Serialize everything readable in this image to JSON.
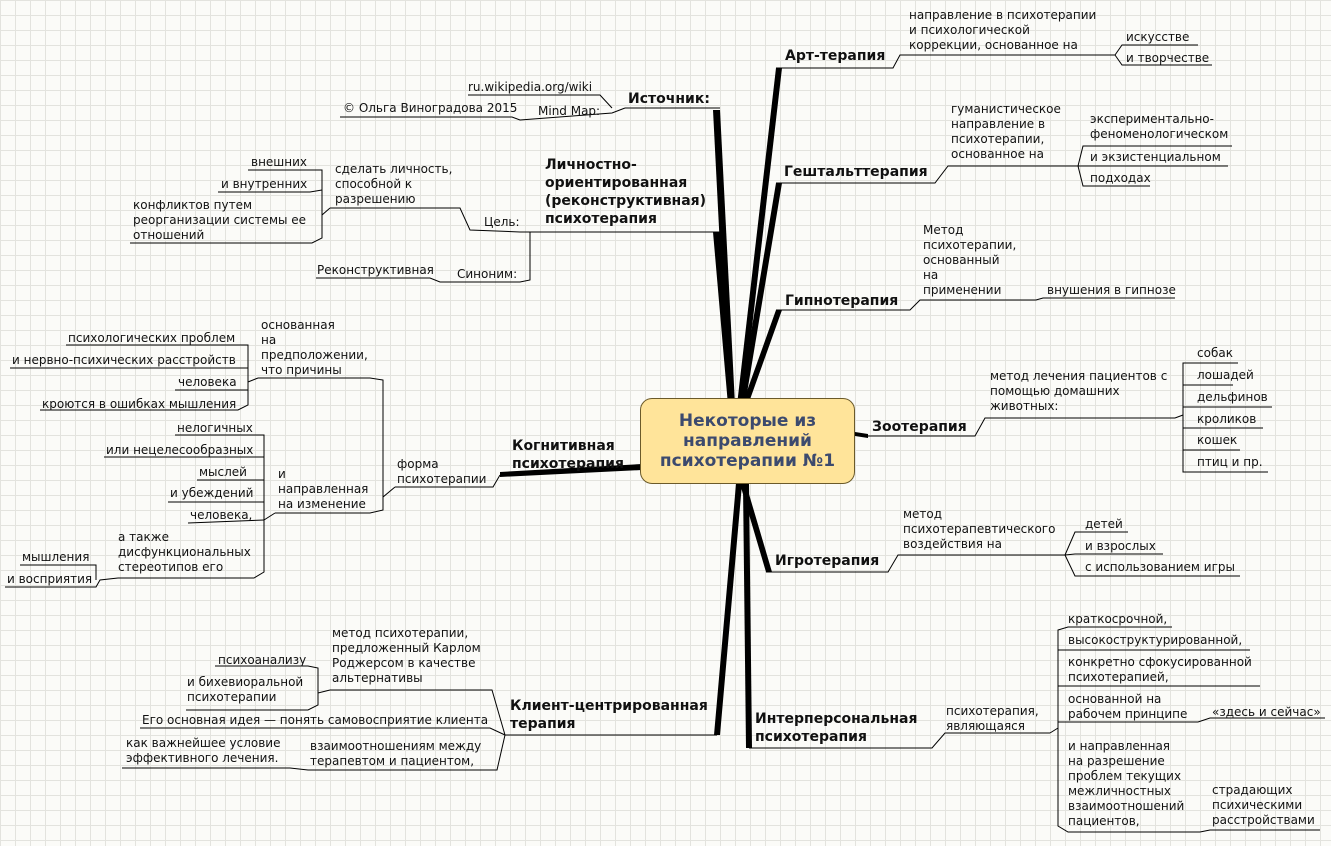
{
  "center": "Некоторые из\nнаправлений\nпсихотерапии №1",
  "source": {
    "label": "Источник:",
    "url": "ru.wikipedia.org/wiki",
    "mindmap_label": "Mind Map:",
    "mindmap_author": "© Ольга Виноградова 2015"
  },
  "personal": {
    "title": "Личностно-\nориентированная\n(реконструктивная)\nпсихотерапия",
    "goal_label": "Цель:",
    "goal_text": "сделать личность,\nспособной к\nразрешению",
    "goal_items": [
      "внешних",
      "и внутренних",
      "конфликтов путем\nреорганизации системы ее\nотношений"
    ],
    "synonym_label": "Синоним:",
    "synonym": "Реконструктивная"
  },
  "cognitive": {
    "title": "Когнитивная\nпсихотерапия",
    "form": "форма\nпсихотерапии",
    "based": "основанная\nна\nпредположении,\nчто причины",
    "based_items": [
      "психологических проблем",
      "и нервно-психических расстройств",
      "человека",
      "кроются в ошибках мышления"
    ],
    "directed": "и\nнаправленная\nна изменение",
    "directed_items": [
      "нелогичных",
      "или нецелесообразных",
      "мыслей",
      "и убеждений",
      "человека,"
    ],
    "also": "а также\nдисфункциональных\nстереотипов его",
    "also_items": [
      "мышления",
      "и восприятия"
    ]
  },
  "client": {
    "title": "Клиент-центрированная\nтерапия",
    "method": "метод психотерапии,\nпредложенный Карлом\nРоджерсом в качестве\nальтернативы",
    "method_items": [
      "психоанализу",
      "и бихевиоральной\nпсихотерапии"
    ],
    "idea": "Его основная идея — понять самовосприятие клиента",
    "relations": "взаимоотношениям между\nтерапевтом и пациентом,",
    "condition": "как важнейшее условие\nэффективного лечения."
  },
  "art": {
    "title": "Арт-терапия",
    "desc": "направление в психотерапии\nи психологической\nкоррекции, основанное на",
    "items": [
      "искусстве",
      "и творчестве"
    ]
  },
  "gestalt": {
    "title": "Гештальттерапия",
    "desc": "гуманистическое\nнаправление в\nпсихотерапии,\nоснованное на",
    "items": [
      "экспериментально-\nфеноменологическом",
      "и экзистенциальном",
      "подходах"
    ]
  },
  "hypno": {
    "title": "Гипнотерапия",
    "desc": "Метод\nпсихотерапии,\nоснованный\nна\nприменении",
    "item": "внушения в гипнозе"
  },
  "zoo": {
    "title": "Зоотерапия",
    "desc": "метод лечения пациентов с\nпомощью домашних\nживотных:",
    "items": [
      "собак",
      "лошадей",
      "дельфинов",
      "кроликов",
      "кошек",
      "птиц и пр."
    ]
  },
  "game": {
    "title": "Игротерапия",
    "desc": "метод\nпсихотерапевтического\nвоздействия на",
    "items": [
      "детей",
      "и взрослых",
      "с использованием игры"
    ]
  },
  "interpersonal": {
    "title": "Интерперсональная\nпсихотерапия",
    "desc": "психотерапия,\nявляющаяся",
    "items": [
      "краткосрочной,",
      "высокоструктурированной,",
      "конкретно сфокусированной\nпсихотерапией,",
      "основанной на\nрабочем принципе",
      "и направленная\nна разрешение\nпроблем текущих\nмежличностных\nвзаимоотношений\nпациентов,"
    ],
    "principle": "«здесь и сейчас»",
    "suffering": "страдающих\nпсихическими\nрасстройствами"
  },
  "colors": {
    "center_fill": "#ffe49a",
    "center_text": "#3c4a6e",
    "lines": "#000000",
    "grid": "#e3e3de"
  }
}
